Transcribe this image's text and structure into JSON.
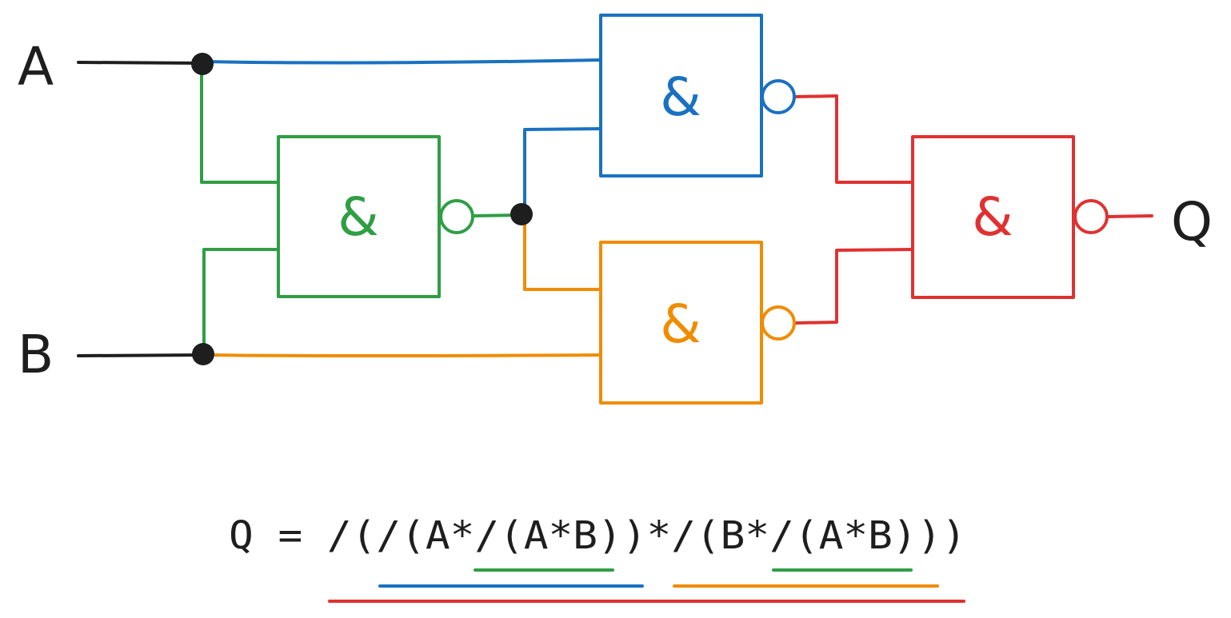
{
  "inputs": {
    "a": "A",
    "b": "B"
  },
  "output": {
    "q": "Q"
  },
  "gates": {
    "green": {
      "symbol": "&",
      "color": "#2f9e44"
    },
    "blue": {
      "symbol": "&",
      "color": "#1971c2"
    },
    "orange": {
      "symbol": "&",
      "color": "#f08c00"
    },
    "red": {
      "symbol": "&",
      "color": "#e03131"
    }
  },
  "wire_color": "#1e1e1e",
  "formula": "Q = /(/(A*/(A*B))*/(B*/(A*B)))"
}
